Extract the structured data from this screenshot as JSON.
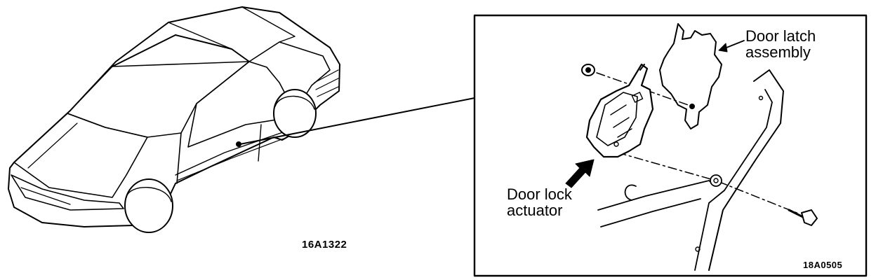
{
  "labels": {
    "door_latch_line1": "Door latch",
    "door_latch_line2": "assembly",
    "door_lock_line1": "Door lock",
    "door_lock_line2": "actuator"
  },
  "codes": {
    "left_figure": "16A1322",
    "right_figure": "18A0505"
  }
}
